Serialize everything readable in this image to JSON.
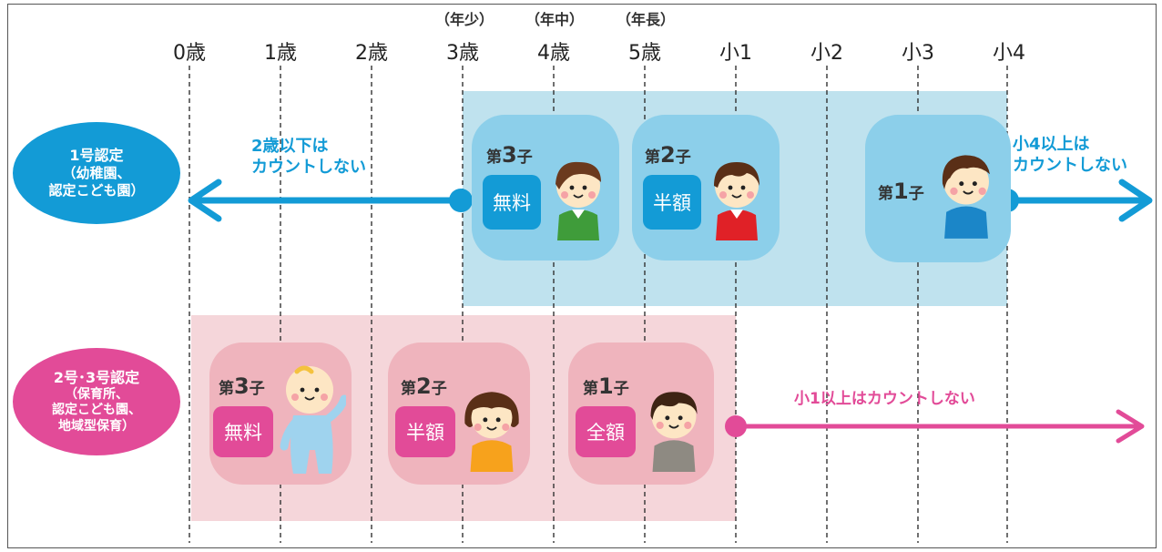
{
  "ages": [
    "0歳",
    "1歳",
    "2歳",
    "3歳",
    "4歳",
    "5歳",
    "小1",
    "小2",
    "小3",
    "小4"
  ],
  "stage_labels": [
    "（年少）",
    "（年中）",
    "（年長）"
  ],
  "colors": {
    "blue": "#139bd6",
    "blue_light": "#bfe2ee",
    "blue_card": "#8ccfea",
    "pink": "#e24b98",
    "pink_light": "#f5d6da",
    "pink_card": "#efb4bd"
  },
  "group1": {
    "label_lines": [
      "1号認定",
      "（幼稚園、",
      "認定こども園）"
    ],
    "note_left": [
      "2歳以下は",
      "カウントしない"
    ],
    "note_right": [
      "小4以上は",
      "カウントしない"
    ],
    "children": [
      {
        "ordinal_prefix": "第",
        "ordinal_num": "3",
        "ordinal_suffix": "子",
        "fee": "無料",
        "icon": "child-green-shirt-icon"
      },
      {
        "ordinal_prefix": "第",
        "ordinal_num": "2",
        "ordinal_suffix": "子",
        "fee": "半額",
        "icon": "child-red-shirt-icon"
      },
      {
        "ordinal_prefix": "第",
        "ordinal_num": "1",
        "ordinal_suffix": "子",
        "fee": "",
        "icon": "child-blue-shirt-icon"
      }
    ]
  },
  "group2": {
    "label_lines": [
      "2号･3号認定",
      "（保育所、",
      "認定こども園、",
      "地域型保育）"
    ],
    "note_right": "小1以上はカウントしない",
    "children": [
      {
        "ordinal_prefix": "第",
        "ordinal_num": "3",
        "ordinal_suffix": "子",
        "fee": "無料",
        "icon": "baby-icon"
      },
      {
        "ordinal_prefix": "第",
        "ordinal_num": "2",
        "ordinal_suffix": "子",
        "fee": "半額",
        "icon": "girl-orange-shirt-icon"
      },
      {
        "ordinal_prefix": "第",
        "ordinal_num": "1",
        "ordinal_suffix": "子",
        "fee": "全額",
        "icon": "child-gray-shirt-icon"
      }
    ]
  }
}
